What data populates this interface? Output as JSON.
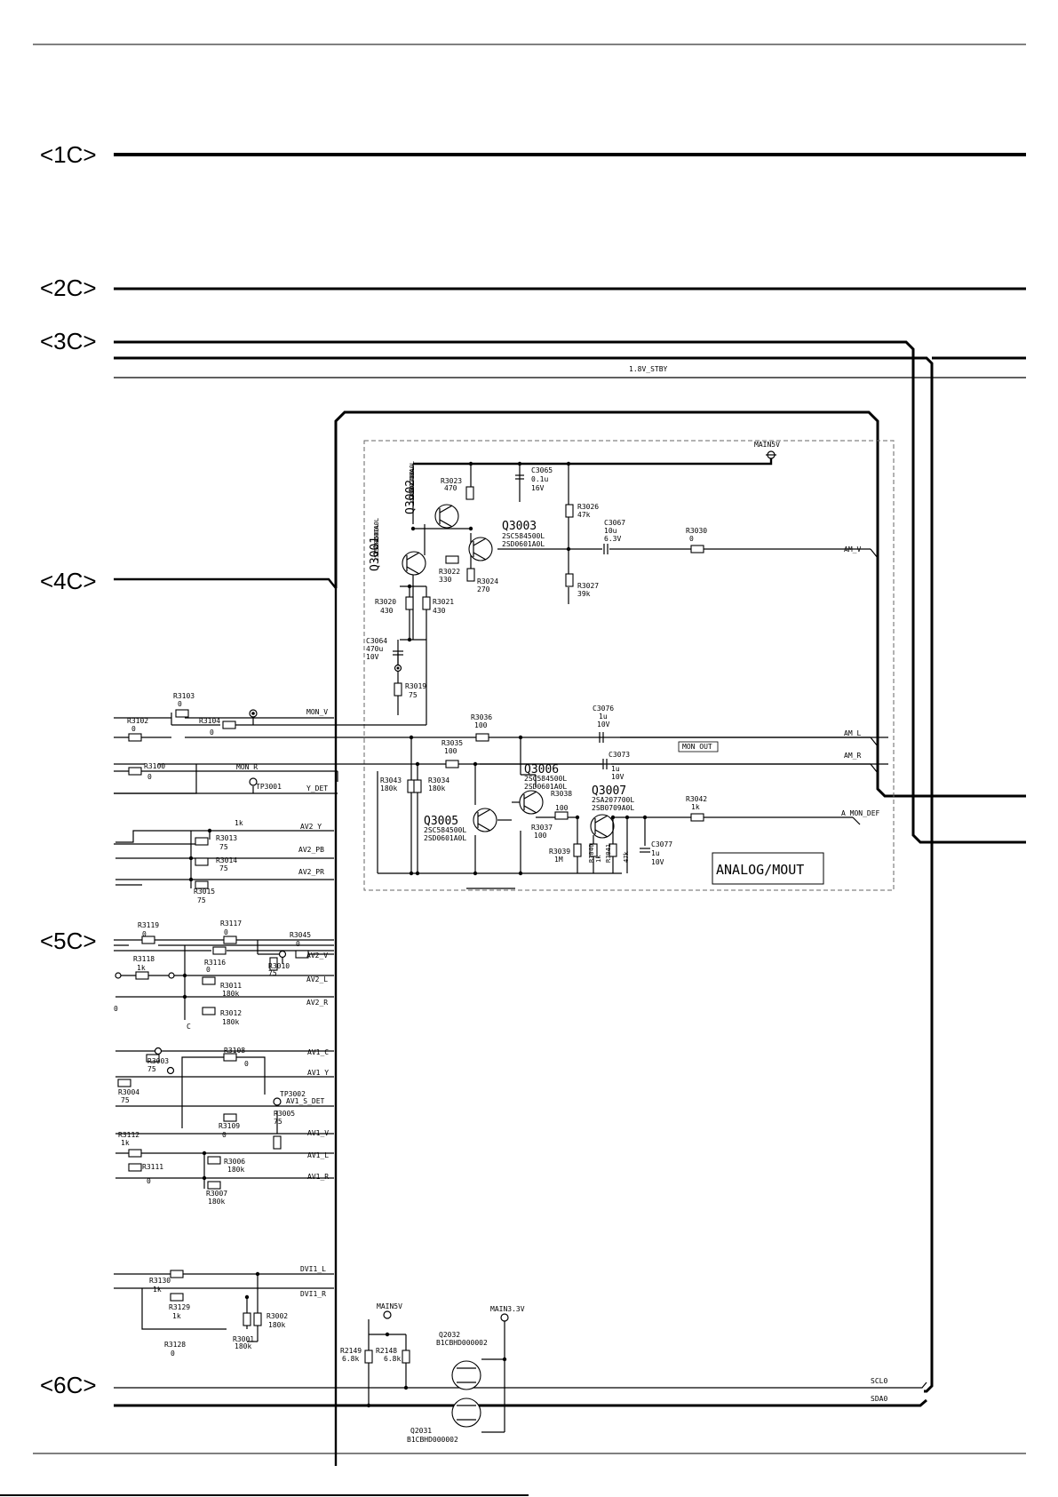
{
  "connectors": [
    "<1C>",
    "<2C>",
    "<3C>",
    "<4C>",
    "<5C>",
    "<6C>"
  ],
  "block_title": "ANALOG/MOUT",
  "rails": {
    "stby": "1.8V_STBY",
    "main5v": "MAIN5V",
    "main33v": "MAIN3.3V"
  },
  "transistors": [
    {
      "ref": "Q3001",
      "part1": "2SC584500L",
      "part2": "2SD0601A0L"
    },
    {
      "ref": "Q3002",
      "part1": "2SA207700L",
      "part2": "2SB0709A0L"
    },
    {
      "ref": "Q3003",
      "part1": "2SC584500L",
      "part2": "2SD0601A0L"
    },
    {
      "ref": "Q3005",
      "part1": "2SC584500L",
      "part2": "2SD0601A0L"
    },
    {
      "ref": "Q3006",
      "part1": "2SC584500L",
      "part2": "2SD0601A0L"
    },
    {
      "ref": "Q3007",
      "part1": "2SA207700L",
      "part2": "2SB0709A0L"
    }
  ],
  "fets": [
    {
      "ref": "Q2032",
      "part": "B1CBHD000002"
    },
    {
      "ref": "Q2031",
      "part": "B1CBHD000002"
    }
  ],
  "signals": {
    "am_v": "AM_V",
    "am_l": "AM_L",
    "am_r": "AM_R",
    "a_mon_def": "A_MON_DEF",
    "mon_v": "MON_V",
    "mon_r": "MON_R",
    "mon_out": "MON OUT",
    "y_det": "Y_DET",
    "av2_y": "AV2_Y",
    "av2_pb": "AV2_PB",
    "av2_pr": "AV2_PR",
    "av2_v": "AV2_V",
    "av2_l": "AV2_L",
    "av2_r": "AV2_R",
    "av1_c": "AV1_C",
    "av1_y": "AV1_Y",
    "av1_s_det": "AV1_S_DET",
    "av1_v": "AV1_V",
    "av1_l": "AV1_L",
    "av1_r": "AV1_R",
    "dvi1_l": "DVI1_L",
    "dvi1_r": "DVI1_R",
    "scl0": "SCL0",
    "sda0": "SDA0"
  },
  "testpoints": [
    "TP3001",
    "TP3002"
  ],
  "components": {
    "r3023": [
      "R3023",
      "470"
    ],
    "c3065": [
      "C3065",
      "0.1u",
      "16V"
    ],
    "r3026": [
      "R3026",
      "47k"
    ],
    "c3067": [
      "C3067",
      "10u",
      "6.3V"
    ],
    "r3030": [
      "R3030",
      "0"
    ],
    "r3022": [
      "R3022",
      "330"
    ],
    "r3024": [
      "R3024",
      "270"
    ],
    "r3027": [
      "R3027",
      "39k"
    ],
    "r3020": [
      "R3020",
      "430"
    ],
    "r3021": [
      "R3021",
      "430"
    ],
    "c3064": [
      "C3064",
      "470u",
      "10V"
    ],
    "r3019": [
      "R3019",
      "75"
    ],
    "r3103": [
      "R3103",
      "0"
    ],
    "r3102": [
      "R3102",
      "0"
    ],
    "r3104": [
      "R3104",
      "0"
    ],
    "r3100": [
      "R3100",
      "0"
    ],
    "r3036": [
      "R3036",
      "100"
    ],
    "c3076": [
      "C3076",
      "1u",
      "10V"
    ],
    "r3035": [
      "R3035",
      "100"
    ],
    "c3073": [
      "C3073",
      "1u",
      "10V"
    ],
    "r3043": [
      "R3043",
      "180k"
    ],
    "r3034": [
      "R3034",
      "180k"
    ],
    "r3038": [
      "R3038",
      "100"
    ],
    "r3037": [
      "R3037",
      "100"
    ],
    "r3039": [
      "R3039",
      "1M"
    ],
    "r3040": [
      "R3040",
      "1k"
    ],
    "r3041": [
      "R3041",
      "47k"
    ],
    "r3042": [
      "R3042",
      "1k"
    ],
    "c3077": [
      "C3077",
      "1u",
      "10V"
    ],
    "r3013": [
      "R3013",
      "75"
    ],
    "r3014": [
      "R3014",
      "75"
    ],
    "r3015": [
      "R3015",
      "75"
    ],
    "r3119": [
      "R3119",
      "0"
    ],
    "r3117": [
      "R3117",
      "0"
    ],
    "r3045": [
      "R3045",
      "0"
    ],
    "r3118": [
      "R3118",
      "1k"
    ],
    "r3116": [
      "R3116",
      "0"
    ],
    "r3010": [
      "R3010",
      "75"
    ],
    "r3011": [
      "R3011",
      "180k"
    ],
    "r3012": [
      "R3012",
      "180k"
    ],
    "r3003": [
      "R3003",
      "75"
    ],
    "r3108": [
      "R3108",
      "0"
    ],
    "r3004": [
      "R3004",
      "75"
    ],
    "r3109": [
      "R3109",
      "0"
    ],
    "r3005": [
      "R3005",
      "75"
    ],
    "r3112": [
      "R3112",
      "1k"
    ],
    "r3006": [
      "R3006",
      "180k"
    ],
    "r3111": [
      "R3111",
      "0"
    ],
    "r3007": [
      "R3007",
      "180k"
    ],
    "r3130": [
      "R3130",
      "1k"
    ],
    "r3129": [
      "R3129",
      "1k"
    ],
    "r3002": [
      "R3002",
      "180k"
    ],
    "r3128": [
      "R3128",
      "0"
    ],
    "r3001": [
      "R3001",
      "180k"
    ],
    "r2149": [
      "R2149",
      "6.8k"
    ],
    "r2148": [
      "R2148",
      "6.8k"
    ]
  },
  "misc": {
    "one_k": "1k",
    "zero": "0",
    "c": "C"
  }
}
